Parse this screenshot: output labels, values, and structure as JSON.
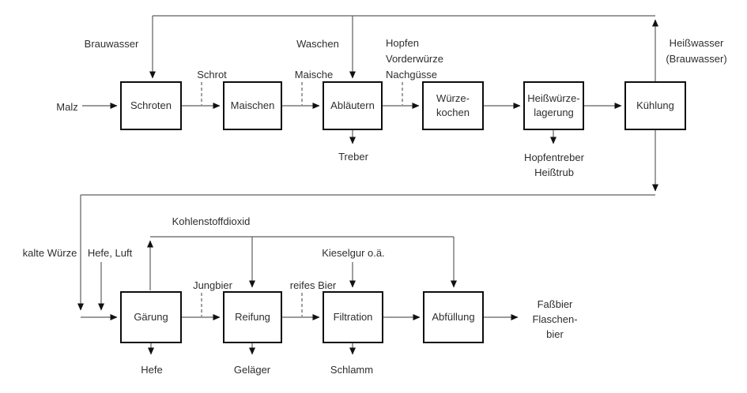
{
  "diagram": {
    "background": "#ffffff",
    "line_color": "#5f5f5f",
    "arrow_color": "#111111",
    "box_border_color": "#0d0d0d",
    "text_color": "#2e2e2e",
    "boxes": {
      "schroten": "Schroten",
      "maischen": "Maischen",
      "ablaeutern": "Abläutern",
      "wuerzekochen": "Würze-\nkochen",
      "heisswuerzelagerung": "Heißwürze-\nlagerung",
      "kuehlung": "Kühlung",
      "gaerung": "Gärung",
      "reifung": "Reifung",
      "filtration": "Filtration",
      "abfuellung": "Abfüllung"
    },
    "labels": {
      "malz": "Malz",
      "brauwasser": "Brauwasser",
      "schrot": "Schrot",
      "waschen": "Waschen",
      "maische": "Maische",
      "hopfen_inputs": "Hopfen\nVorderwürze\nNachgüsse",
      "heisswasser": "Heißwasser\n(Brauwasser)",
      "treber": "Treber",
      "hopfentreber": "Hopfentreber\nHeißtrub",
      "kalte_wuerze": "kalte Würze",
      "hefe_luft": "Hefe, Luft",
      "kohlenstoffdioxid": "Kohlenstoffdioxid",
      "jungbier": "Jungbier",
      "reifes_bier": "reifes Bier",
      "kieselgur": "Kieselgur o.ä.",
      "hefe": "Hefe",
      "gelaeger": "Geläger",
      "schlamm": "Schlamm",
      "fassbier": "Faßbier\nFlaschen-\nbier"
    }
  }
}
